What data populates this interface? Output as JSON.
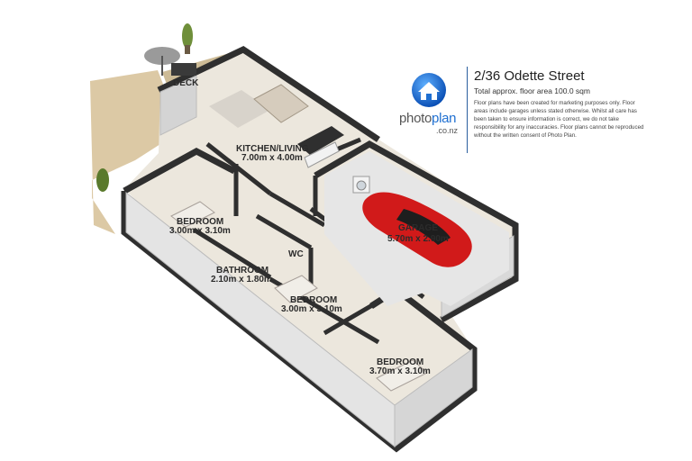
{
  "listing": {
    "address": "2/36 Odette Street",
    "area_text": "Total approx. floor area 100.0 sqm",
    "disclaimer": "Floor plans have been created for marketing purposes only. Floor areas include garages unless stated otherwise. Whilst all care has been taken to ensure information is correct, we do not take responsibility for any inaccuracies. Floor plans cannot be reproduced without the written consent of Photo Plan."
  },
  "brand": {
    "word_photo": "photo",
    "word_plan": "plan",
    "sub": ".co.nz",
    "icon": "house-icon",
    "accent": "#1f6fd1"
  },
  "rooms": {
    "deck": {
      "name": "DECK"
    },
    "kitchen": {
      "name": "KITCHEN/LIVING",
      "dims": "7.00m x 4.00m"
    },
    "garage": {
      "name": "GARAGE",
      "dims": "5.70m x 2.90m"
    },
    "bedroom1": {
      "name": "BEDROOM",
      "dims": "3.00m x 3.10m"
    },
    "wc": {
      "name": "WC"
    },
    "bathroom": {
      "name": "BATHROOM",
      "dims": "2.10m x 1.80m"
    },
    "bedroom2": {
      "name": "BEDROOM",
      "dims": "3.00m x 3.10m"
    },
    "bedroom3": {
      "name": "BEDROOM",
      "dims": "3.70m x 3.10m"
    }
  },
  "colors": {
    "wall": "#2f2f2f",
    "floor": "#e8e2d6",
    "deck": "#d9c7a6",
    "car": "#d11a1a"
  }
}
